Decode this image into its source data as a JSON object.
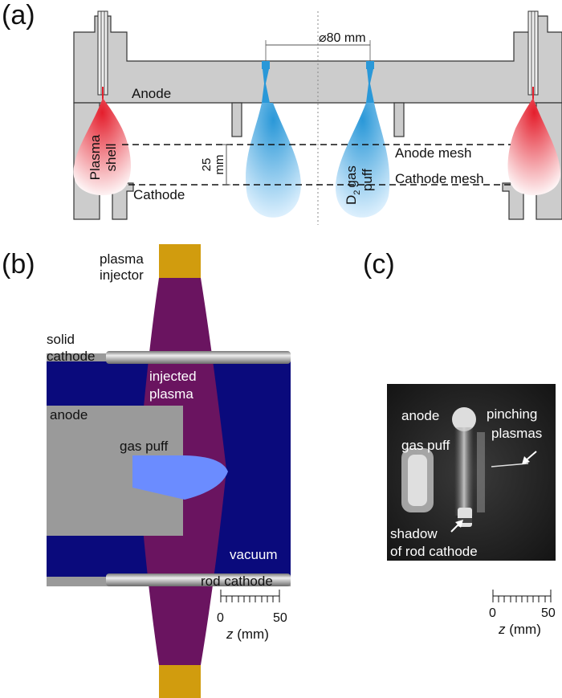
{
  "panels": {
    "a": {
      "label": "(a)",
      "dimension": "⌀80 mm",
      "gap_value": "25",
      "gap_unit": "mm",
      "anode": "Anode",
      "cathode": "Cathode",
      "plasma_shell": [
        "Plasma",
        "shell"
      ],
      "anode_mesh": "Anode mesh",
      "cathode_mesh": "Cathode mesh",
      "gas_puff_species": "D",
      "gas_puff_subscript": "2",
      "gas_puff_word1": "gas",
      "gas_puff_word2": "puff"
    },
    "b": {
      "label": "(b)",
      "plasma_injector": [
        "plasma",
        "injector"
      ],
      "solid_cathode": [
        "solid",
        "cathode"
      ],
      "injected_plasma": [
        "injected",
        "plasma"
      ],
      "anode": "anode",
      "gas_puff": "gas puff",
      "vacuum": "vacuum",
      "rod_cathode": "rod cathode",
      "scale_zero": "0",
      "scale_max": "50",
      "axis_var": "z",
      "axis_unit": " (mm)"
    },
    "c": {
      "label": "(c)",
      "anode": "anode",
      "gas_puff": "gas puff",
      "pinching_plasmas": [
        "pinching",
        "plasmas"
      ],
      "shadow": [
        "shadow",
        "of rod cathode"
      ],
      "scale_zero": "0",
      "scale_max": "50",
      "axis_var": "z",
      "axis_unit": " (mm)"
    }
  },
  "colors": {
    "metal": "#cccccc",
    "metal_stroke": "#333333",
    "gas": "#3aa0dc",
    "plasma_red": "#e8303c",
    "vacuum": "#0a0a7c",
    "injected_plasma": "#6a1460",
    "gas_puff_b": "#6b8cff",
    "injector": "#d19c0e",
    "anode_b": "#9a9a9a"
  }
}
